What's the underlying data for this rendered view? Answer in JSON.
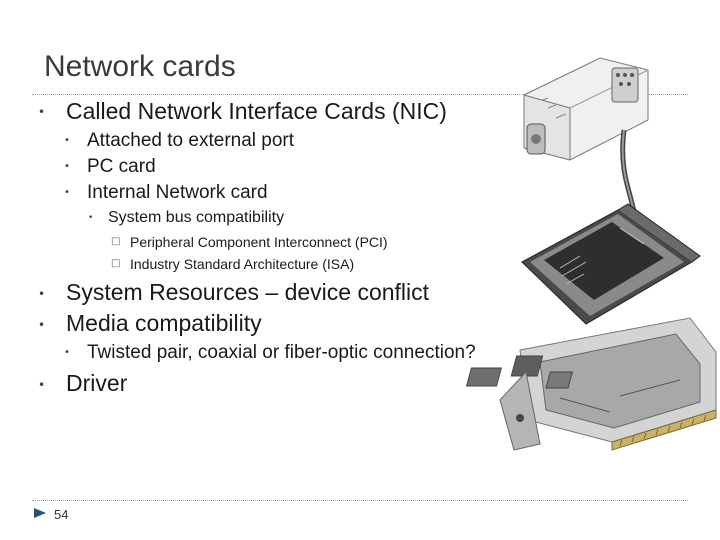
{
  "slide": {
    "title": "Network cards",
    "page_number": "54"
  },
  "bullets": [
    {
      "level": 1,
      "text": "Called Network Interface Cards (NIC)"
    },
    {
      "level": 2,
      "text": "Attached to external port"
    },
    {
      "level": 2,
      "text": "PC card"
    },
    {
      "level": 2,
      "text": "Internal Network card"
    },
    {
      "level": 3,
      "text": "System bus compatibility"
    },
    {
      "level": 4,
      "text": "Peripheral Component Interconnect (PCI)"
    },
    {
      "level": 4,
      "text": "Industry Standard Architecture (ISA)"
    },
    {
      "level": 1,
      "text": "System Resources – device conflict"
    },
    {
      "level": 1,
      "text": "Media compatibility"
    },
    {
      "level": 2,
      "text": "Twisted pair, coaxial or fiber-optic connection?"
    },
    {
      "level": 1,
      "text": "Driver"
    }
  ],
  "images": [
    {
      "name": "external-port-adapter-image",
      "icon": "external-network-adapter"
    },
    {
      "name": "pc-card-image",
      "icon": "pcmcia-network-card"
    },
    {
      "name": "internal-network-card-image",
      "icon": "isa-network-card"
    }
  ],
  "colors": {
    "title": "#3a3a3a",
    "text": "#1a1a1a",
    "rule": "#9a9a9a",
    "page_arrow": "#2f4f6f"
  }
}
